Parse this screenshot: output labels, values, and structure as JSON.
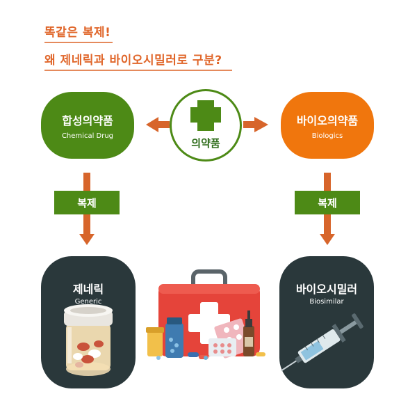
{
  "header": {
    "line1": "똑같은 복제!",
    "line2": "왜 제네릭과 바이오시밀러로 구분?"
  },
  "center": {
    "label": "의약품"
  },
  "left_top": {
    "title": "합성의약품",
    "subtitle": "Chemical Drug"
  },
  "right_top": {
    "title": "바이오의약품",
    "subtitle": "Biologics"
  },
  "left_label": "복제",
  "right_label": "복제",
  "left_bottom": {
    "title": "제네릭",
    "subtitle": "Generic"
  },
  "right_bottom": {
    "title": "바이오시밀러",
    "subtitle": "Biosimilar"
  },
  "colors": {
    "green": "#4d8a16",
    "orange": "#f0760d",
    "arrow": "#d7652b",
    "dark": "#2a383b",
    "header": "#e0662a"
  }
}
